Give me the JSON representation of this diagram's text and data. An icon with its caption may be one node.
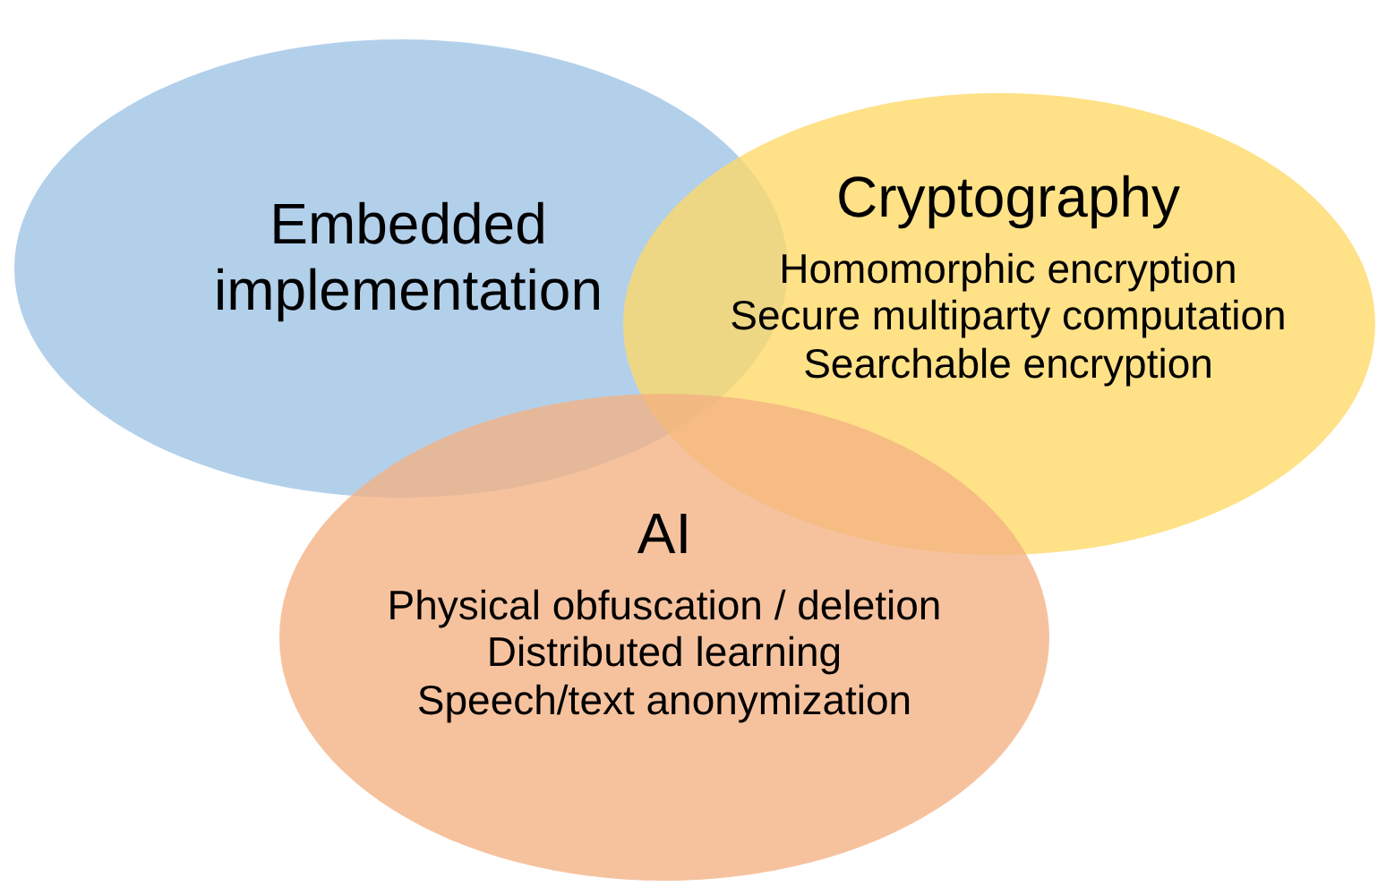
{
  "diagram": {
    "nodes": [
      {
        "text": [
          "Embedded implementation"
        ]
      },
      {
        "text": [
          "Cryptography",
          "Homomorphic encryption",
          "Secure multiparty computation",
          "Searchable encryption"
        ]
      },
      {
        "text": [
          "AI",
          "Physical obfuscation / deletion",
          "Distributed learning",
          "Speech/text anonymization"
        ]
      }
    ],
    "edges": []
  }
}
